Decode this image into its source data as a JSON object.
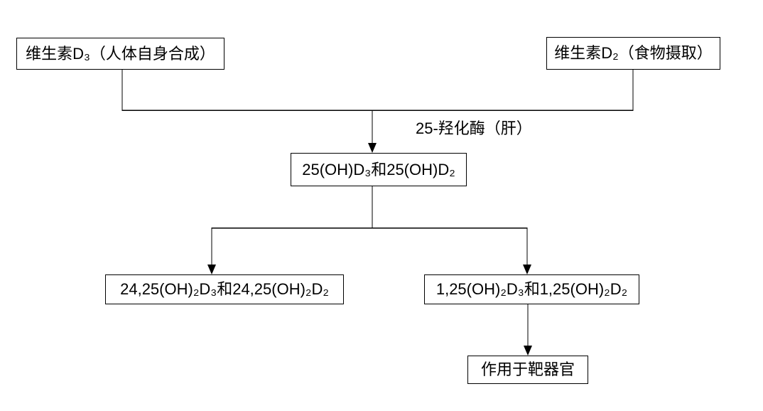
{
  "diagram": {
    "background_color": "#ffffff",
    "line_color": "#000000",
    "text_color": "#000000",
    "nodes": {
      "vitamin_d3": {
        "label": "维生素D₃（人体自身合成）"
      },
      "vitamin_d2": {
        "label": "维生素D₂（食物摄取）"
      },
      "hydroxy_25": {
        "label": "25(OH)D₃和25(OH)D₂"
      },
      "hydroxy_24_25": {
        "label": "24,25(OH)₂D₃和24,25(OH)₂D₂"
      },
      "hydroxy_1_25": {
        "label": "1,25(OH)₂D₃和1,25(OH)₂D₂"
      },
      "target_organ": {
        "label": "作用于靶器官"
      }
    },
    "edge_labels": {
      "enzyme_liver": {
        "label": "25-羟化酶（肝）"
      }
    }
  }
}
